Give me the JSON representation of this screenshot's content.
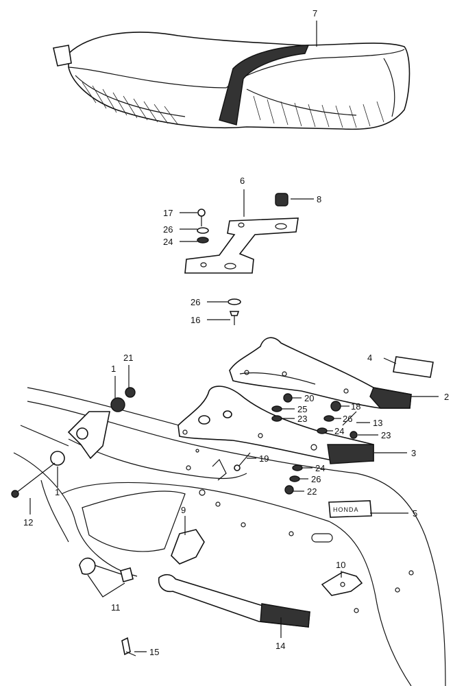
{
  "callouts": {
    "c1a": "1",
    "c1b": "1",
    "c2": "2",
    "c3": "3",
    "c4": "4",
    "c5": "5",
    "c6": "6",
    "c7": "7",
    "c8": "8",
    "c9": "9",
    "c10": "10",
    "c11": "11",
    "c12": "12",
    "c13": "13",
    "c14": "14",
    "c15": "15",
    "c16": "16",
    "c17": "17",
    "c18": "18",
    "c19": "19",
    "c20": "20",
    "c21": "21",
    "c22": "22",
    "c23a": "23",
    "c23b": "23",
    "c24a": "24",
    "c24b": "24",
    "c24c": "24",
    "c25": "25",
    "c26a": "26",
    "c26b": "26",
    "c26c": "26",
    "c26d": "26"
  },
  "badge_text": "HONDA"
}
